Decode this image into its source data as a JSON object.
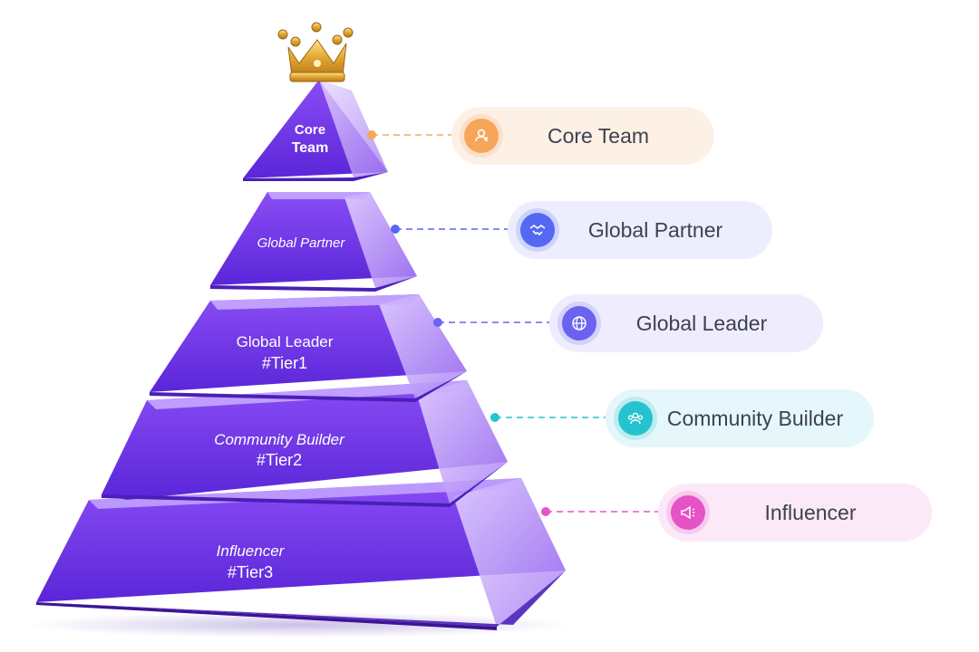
{
  "tiers": [
    {
      "key": "core",
      "lines": [
        "Core",
        "Team"
      ],
      "accent": "#f6a55a",
      "pill_bg": "#fdf1e6",
      "icon": "user-icon"
    },
    {
      "key": "partner",
      "lines": [
        "Global Partner"
      ],
      "accent": "#5468f2",
      "pill_bg": "#eceefd",
      "icon": "handshake-icon"
    },
    {
      "key": "leader",
      "lines": [
        "Global Leader",
        "#Tier1"
      ],
      "accent": "#6a63f0",
      "pill_bg": "#efedfd",
      "icon": "globe-icon"
    },
    {
      "key": "builder",
      "lines": [
        "Community Builder",
        "#Tier2"
      ],
      "accent": "#25c3cf",
      "pill_bg": "#e5f7fa",
      "icon": "community-icon"
    },
    {
      "key": "influencer",
      "lines": [
        "Influencer",
        "#Tier3"
      ],
      "accent": "#e553c6",
      "pill_bg": "#fbe9f8",
      "icon": "megaphone-icon"
    }
  ],
  "pills": [
    {
      "label": "Core Team"
    },
    {
      "label": "Global Partner"
    },
    {
      "label": "Global Leader"
    },
    {
      "label": "Community Builder"
    },
    {
      "label": "Influencer"
    }
  ],
  "crown_icon": "crown-icon"
}
